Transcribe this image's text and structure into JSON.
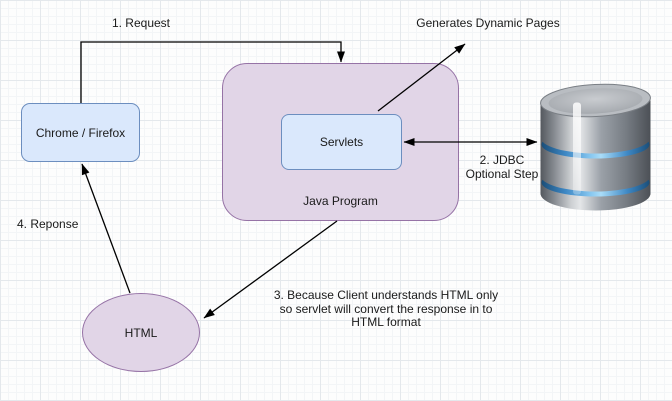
{
  "nodes": {
    "browser": {
      "label": "Chrome / Firefox",
      "fill": "#dae8fc",
      "border": "#6c8ebf"
    },
    "java_program": {
      "label": "Java Program",
      "fill": "#e1d5e7",
      "border": "#9673a6"
    },
    "servlets": {
      "label": "Servlets",
      "fill": "#dae8fc",
      "border": "#6c8ebf"
    },
    "html_output": {
      "label": "HTML",
      "fill": "#e1d5e7",
      "border": "#9673a6"
    },
    "database": {
      "icon": "database-cylinder-icon"
    }
  },
  "labels": {
    "request": "1. Request",
    "generates_dynamic_pages": "Generates Dynamic Pages",
    "jdbc": "2. JDBC\nOptional Step",
    "response": "4. Reponse",
    "note": "3. Because Client understands HTML only\nso servlet will convert the response in to\nHTML format"
  },
  "colors": {
    "connector": "#000000",
    "text": "#1a1a1a",
    "grid_major": "#e4e8ec",
    "grid_minor": "#f3f5f7",
    "db_band_blue": "#4da0dd"
  }
}
